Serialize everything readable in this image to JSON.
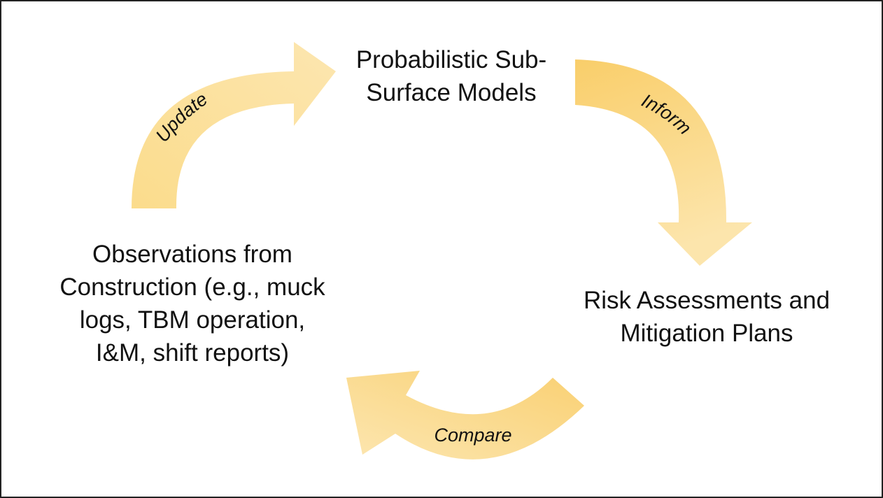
{
  "diagram": {
    "colors": {
      "arrow_fill_light": "#FCE4A8",
      "arrow_fill_dark": "#F8C85A",
      "text": "#111111",
      "border": "#222222"
    },
    "nodes": {
      "top": {
        "lines": [
          "Probabilistic Sub-",
          "Surface Models"
        ]
      },
      "right": {
        "lines": [
          "Risk Assessments and",
          "Mitigation Plans"
        ]
      },
      "left": {
        "lines": [
          "Observations from",
          "Construction (e.g., muck",
          "logs, TBM operation,",
          "I&M, shift reports)"
        ]
      }
    },
    "arrows": {
      "update": {
        "label": "Update"
      },
      "inform": {
        "label": "Inform"
      },
      "compare": {
        "label": "Compare"
      }
    }
  }
}
